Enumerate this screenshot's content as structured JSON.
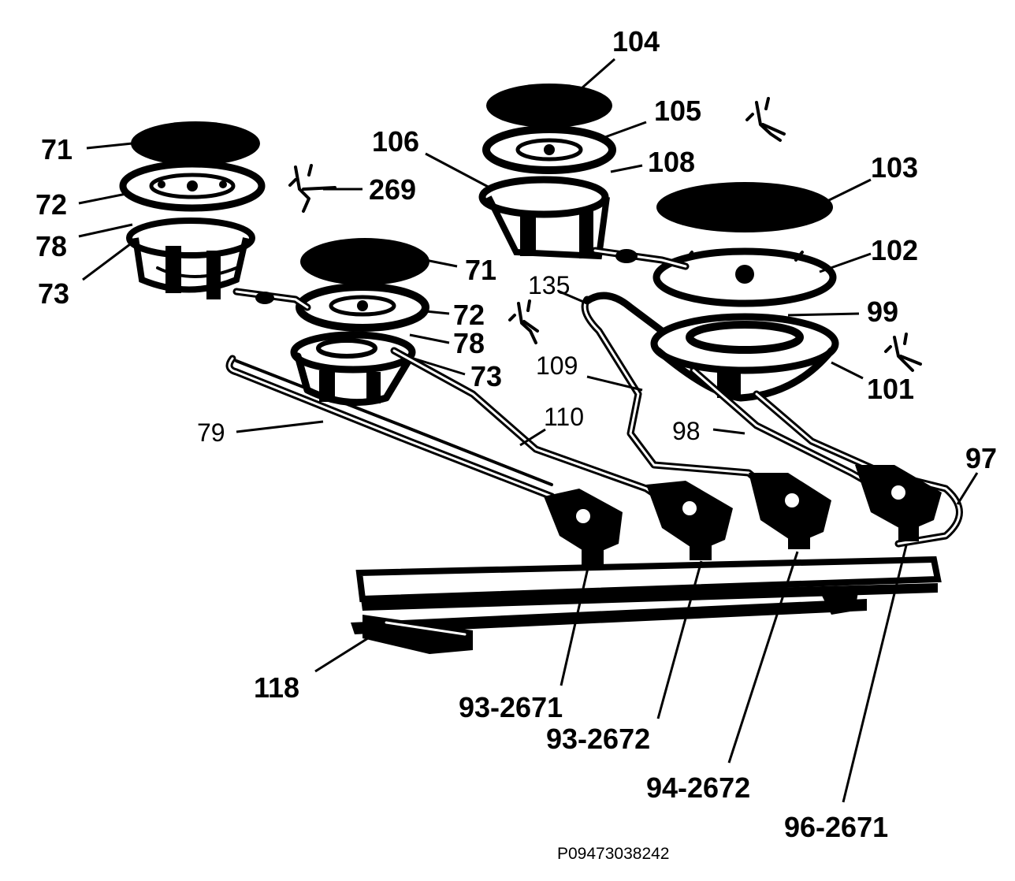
{
  "diagram": {
    "labels": {
      "l71a": "71",
      "l72a": "72",
      "l78a": "78",
      "l73a": "73",
      "l269": "269",
      "l106": "106",
      "l104": "104",
      "l105": "105",
      "l108": "108",
      "l103": "103",
      "l102": "102",
      "l71b": "71",
      "l72b": "72",
      "l78b": "78",
      "l73b": "73",
      "l135": "135",
      "l99": "99",
      "l101": "101",
      "l109": "109",
      "l110": "110",
      "l79": "79",
      "l98": "98",
      "l97": "97",
      "l118": "118",
      "l93_2671": "93-2671",
      "l93_2672": "93-2672",
      "l94_2672": "94-2672",
      "l96_2671": "96-2671"
    },
    "code": "P09473038242"
  }
}
